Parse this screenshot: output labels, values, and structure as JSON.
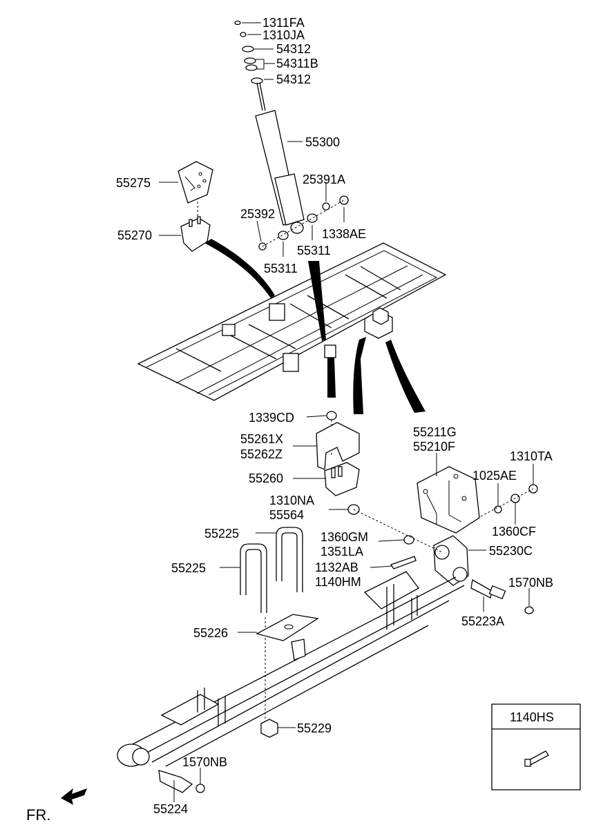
{
  "labels": {
    "p1311FA": "1311FA",
    "p1310JA": "1310JA",
    "p54312a": "54312",
    "p54311B": "54311B",
    "p54312b": "54312",
    "p55300": "55300",
    "p55275": "55275",
    "p25391A": "25391A",
    "p25392": "25392",
    "p1338AE": "1338AE",
    "p55270": "55270",
    "p55311a": "55311",
    "p55311b": "55311",
    "p1339CD": "1339CD",
    "p55261X": "55261X",
    "p55262Z": "55262Z",
    "p55260": "55260",
    "p55211G": "55211G",
    "p55210F": "55210F",
    "p1310TA": "1310TA",
    "p1025AE": "1025AE",
    "p1310NA": "1310NA",
    "p55564": "55564",
    "p55225a": "55225",
    "p1360GM": "1360GM",
    "p1351LA": "1351LA",
    "p1360CF": "1360CF",
    "p55230C": "55230C",
    "p55225b": "55225",
    "p1132AB": "1132AB",
    "p1140HM": "1140HM",
    "p1570NBa": "1570NB",
    "p55223A": "55223A",
    "p55226": "55226",
    "p55229": "55229",
    "p1570NBb": "1570NB",
    "p55224": "55224",
    "p1140HS": "1140HS"
  },
  "direction_label": "FR."
}
